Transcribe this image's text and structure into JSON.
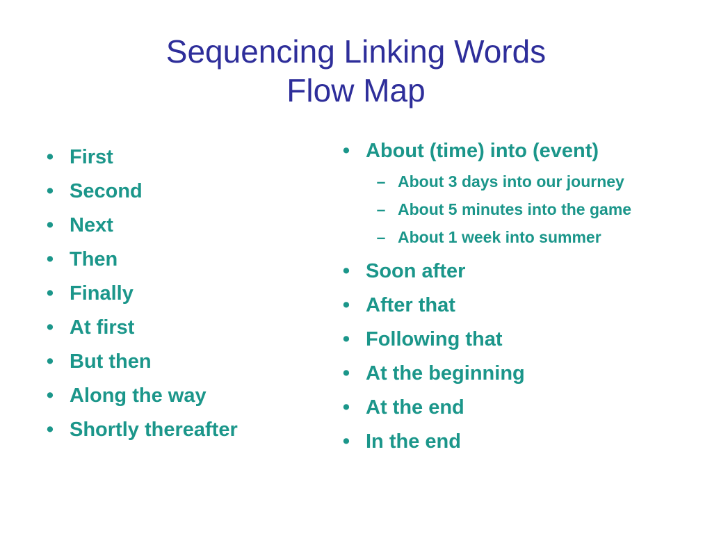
{
  "title": {
    "line1": "Sequencing Linking Words",
    "line2": "Flow Map"
  },
  "left_column": [
    "First",
    "Second",
    "Next",
    "Then",
    "Finally",
    "At first",
    "But then",
    "Along the way",
    "Shortly thereafter"
  ],
  "right_column": {
    "first_item": "About (time) into (event)",
    "sub_items": [
      "About 3 days into our journey",
      "About 5 minutes into the game",
      "About 1 week into summer"
    ],
    "items": [
      "Soon after",
      "After that",
      "Following that",
      "At the beginning",
      "At the end",
      "In the end"
    ]
  },
  "glyphs": {
    "bullet": "•",
    "dash": "–"
  },
  "colors": {
    "title": "#2e2e9a",
    "body_text": "#1b968a",
    "background": "#ffffff"
  }
}
